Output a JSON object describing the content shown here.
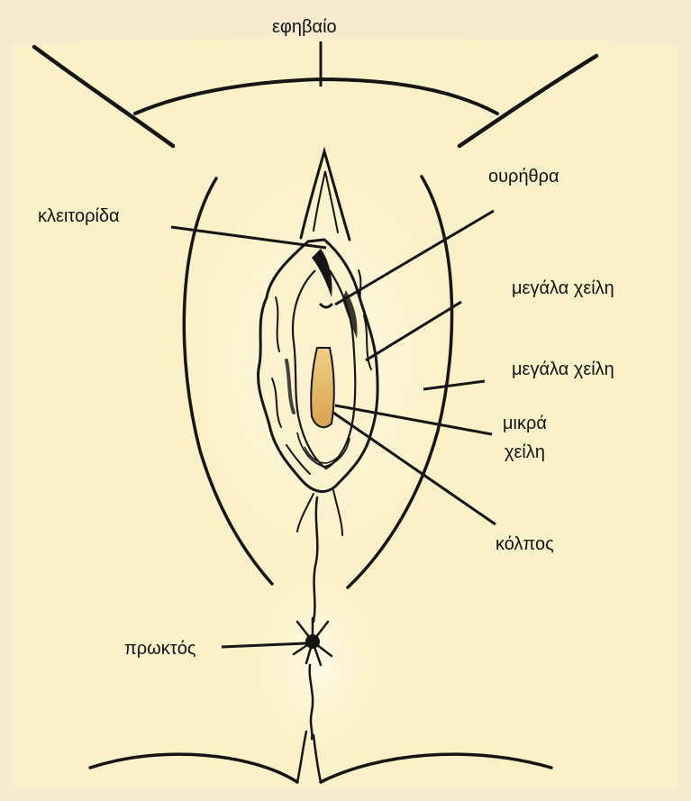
{
  "labels": {
    "pubis": "εφηβαίο",
    "clitoris": "κλειτορίδα",
    "urethra": "ουρήθρα",
    "labia_majora_1": "μεγάλα χείλη",
    "labia_majora_2": "μεγάλα χείλη",
    "labia_minora_line1": "μικρά",
    "labia_minora_line2": "χείλη",
    "vagina": "κόλπος",
    "anus": "πρωκτός"
  },
  "colors": {
    "background": "#f6ebcf",
    "skin": "#fbf1c8",
    "skin_light": "#fefae8",
    "ink": "#151515",
    "opening": "#e2b061"
  }
}
